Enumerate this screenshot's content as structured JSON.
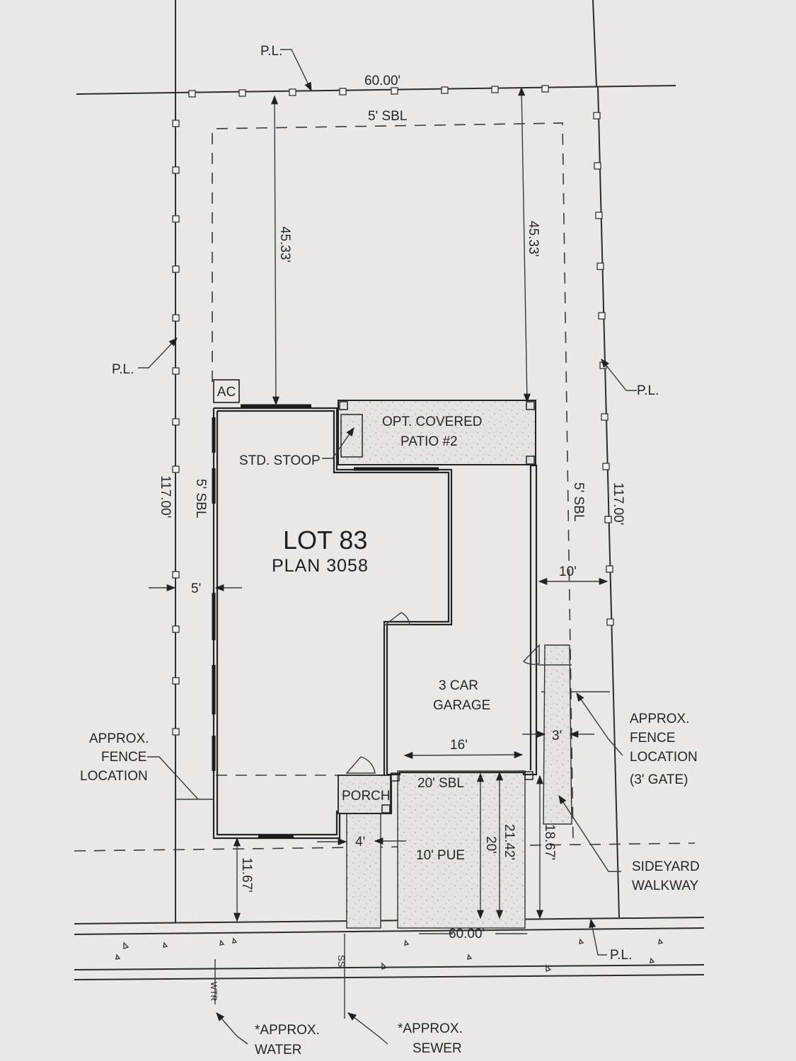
{
  "lot": {
    "title": "LOT 83",
    "plan": "PLAN 3058"
  },
  "labels": {
    "pl": "P.L.",
    "sbl_5": "5' SBL",
    "sbl_20": "20' SBL",
    "pue_10": "10' PUE",
    "ac": "AC",
    "patio_line1": "OPT. COVERED",
    "patio_line2": "PATIO #2",
    "stoop": "STD. STOOP",
    "garage_line1": "3 CAR",
    "garage_line2": "GARAGE",
    "porch": "PORCH",
    "fence_left": [
      "APPROX.",
      "FENCE",
      "LOCATION"
    ],
    "fence_right": [
      "APPROX.",
      "FENCE",
      "LOCATION",
      "(3' GATE)"
    ],
    "sideyard": [
      "SIDEYARD",
      "WALKWAY"
    ],
    "water": [
      "*APPROX.",
      "WATER"
    ],
    "sewer": [
      "*APPROX.",
      "SEWER"
    ],
    "wtr": "WTR",
    "ss": "SS"
  },
  "dimensions": {
    "front_width": "60.00'",
    "rear_width": "60.00'",
    "rear_setback_left": "45.33'",
    "rear_setback_right": "45.33'",
    "depth_left": "117.00'",
    "depth_right": "117.00'",
    "side_left": "5'",
    "side_right": "10'",
    "front_setback": "11.67'",
    "porch_walk": "4'",
    "garage_width": "16'",
    "driveway_20": "20'",
    "driveway_2142": "21.42'",
    "walkway_1867": "18.67'",
    "gate": "3'"
  }
}
